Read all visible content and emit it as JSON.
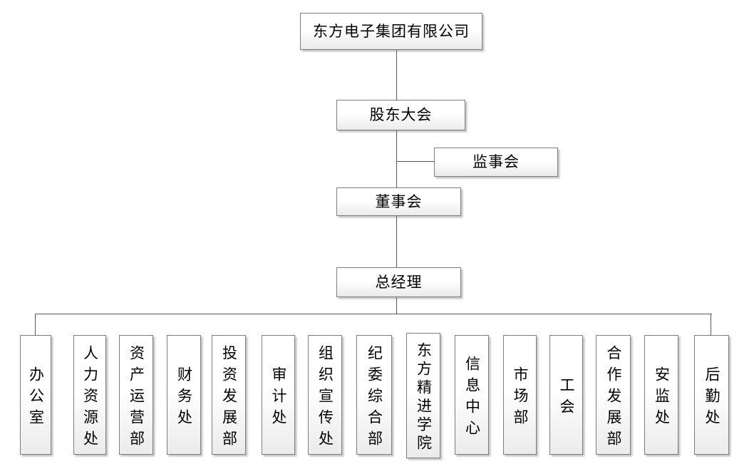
{
  "org": {
    "title": "东方电子集团有限公司",
    "nodes": {
      "shareholders_meeting": "股东大会",
      "supervisory_board": "监事会",
      "board_of_directors": "董事会",
      "general_manager": "总经理"
    },
    "departments": [
      "办公室",
      "人力资源处",
      "资产运营部",
      "财务处",
      "投资发展部",
      "审计处",
      "组织宣传处",
      "纪委综合部",
      "东方精进学院",
      "信息中心",
      "市场部",
      "工会",
      "合作发展部",
      "安监处",
      "后勤处"
    ]
  },
  "colors": {
    "connector": "#595959",
    "box_border": "#7d7d7d",
    "box_fill_top": "#ffffff",
    "box_fill_bottom": "#ebebeb"
  }
}
